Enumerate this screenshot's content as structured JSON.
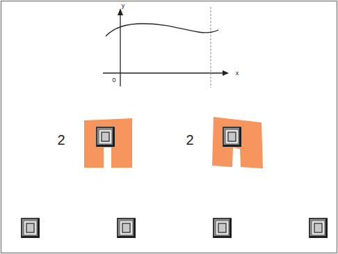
{
  "diagram": {
    "labels": [
      "y",
      "x",
      "0",
      "2",
      "2"
    ]
  }
}
